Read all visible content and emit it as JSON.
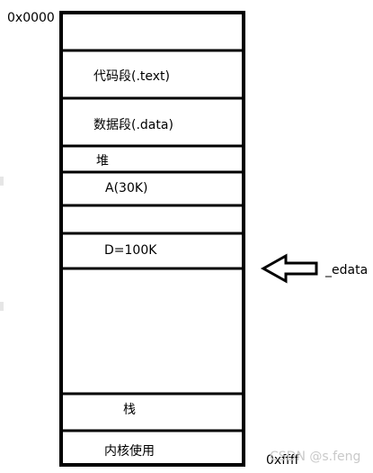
{
  "address_top": "0x0000",
  "address_bottom": "0xffff",
  "pointer_label": "_edata",
  "segments": [
    {
      "label": ""
    },
    {
      "label": "代码段(.text)"
    },
    {
      "label": "数据段(.data)"
    },
    {
      "label": "堆"
    },
    {
      "label": "A(30K)"
    },
    {
      "label": ""
    },
    {
      "label": "D=100K"
    },
    {
      "label": ""
    },
    {
      "label": "栈"
    },
    {
      "label": "内核使用"
    }
  ],
  "watermark": "CSDN @s.feng",
  "colors": {
    "stroke": "#000000",
    "background": "#ffffff",
    "watermark": "#c9c9c9"
  }
}
